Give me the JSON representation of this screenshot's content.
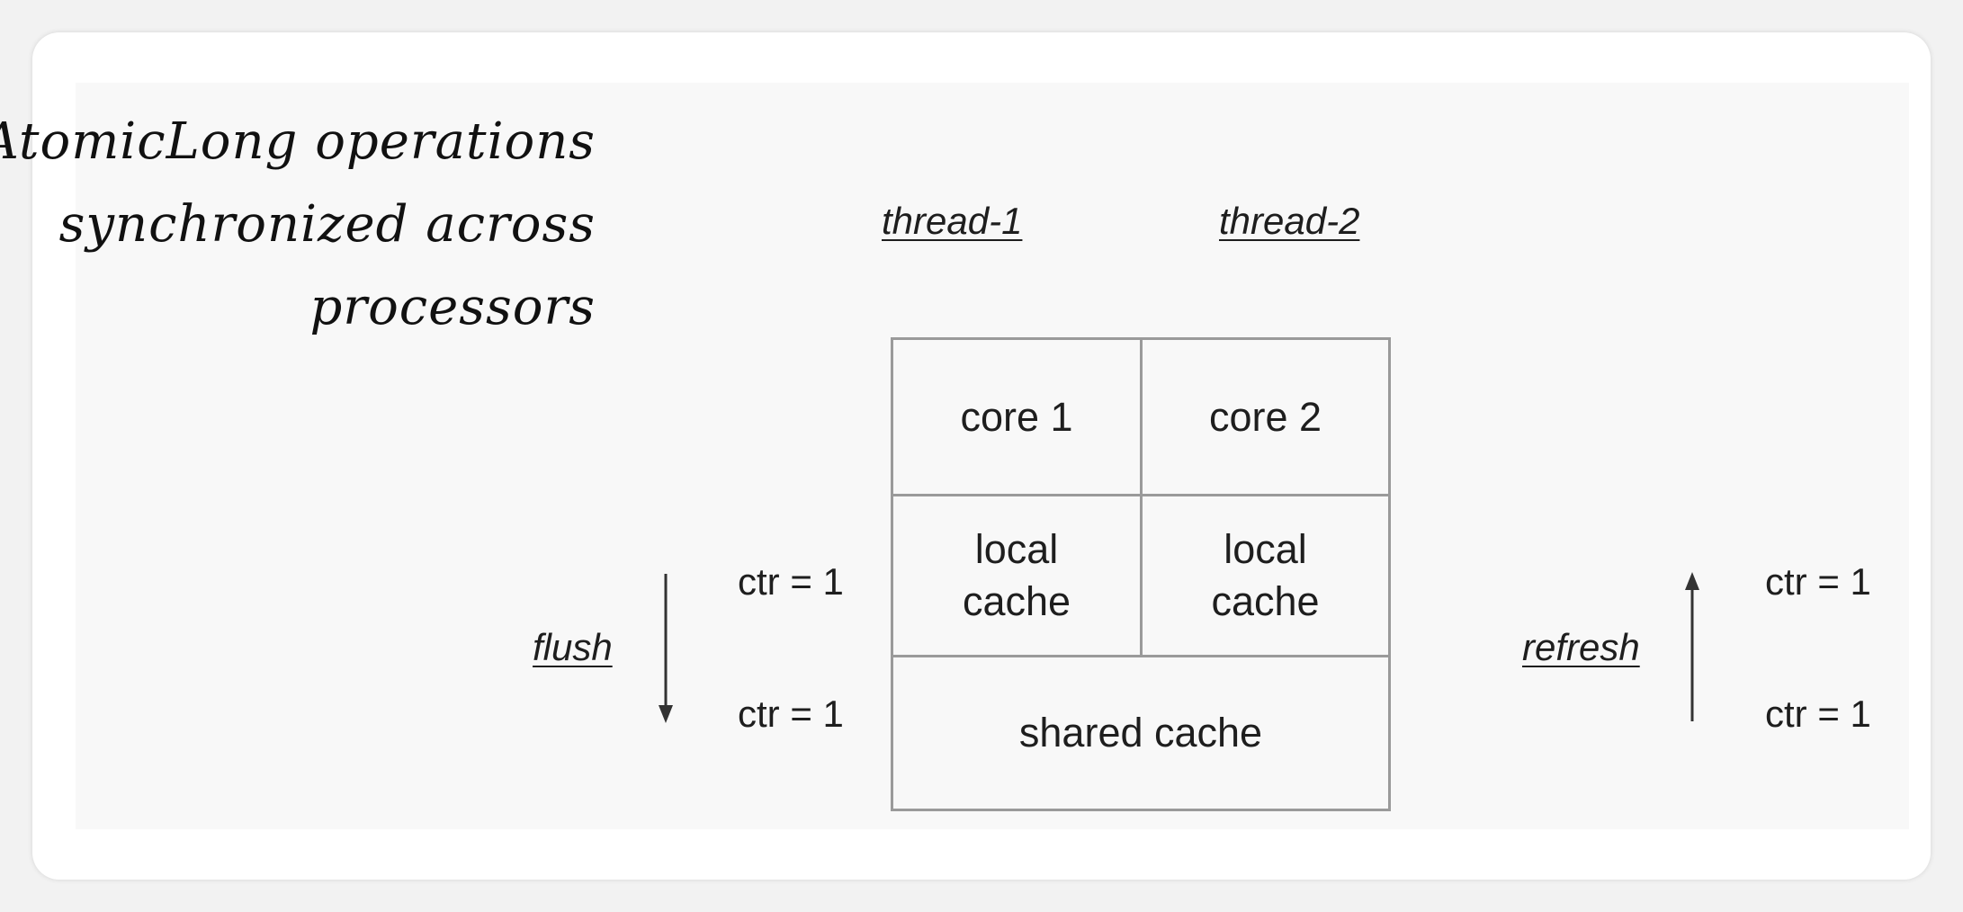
{
  "title": {
    "lines": [
      "AtomicLong operations",
      "synchronized across",
      "processors"
    ]
  },
  "threads": {
    "thread1": "thread-1",
    "thread2": "thread-2"
  },
  "cells": {
    "core1": "core 1",
    "core2": "core 2",
    "local1_line1": "local",
    "local1_line2": "cache",
    "local2_line1": "local",
    "local2_line2": "cache",
    "shared": "shared cache"
  },
  "left": {
    "action": "flush",
    "upper_value": "ctr = 1",
    "lower_value": "ctr = 1",
    "arrow_direction": "down"
  },
  "right": {
    "action": "refresh",
    "upper_value": "ctr = 1",
    "lower_value": "ctr = 1",
    "arrow_direction": "up"
  },
  "colors": {
    "text": "#1e1e1e",
    "grid_border": "#9a9a9a",
    "slide_bg": "#f8f8f8",
    "arrow": "#333333"
  }
}
